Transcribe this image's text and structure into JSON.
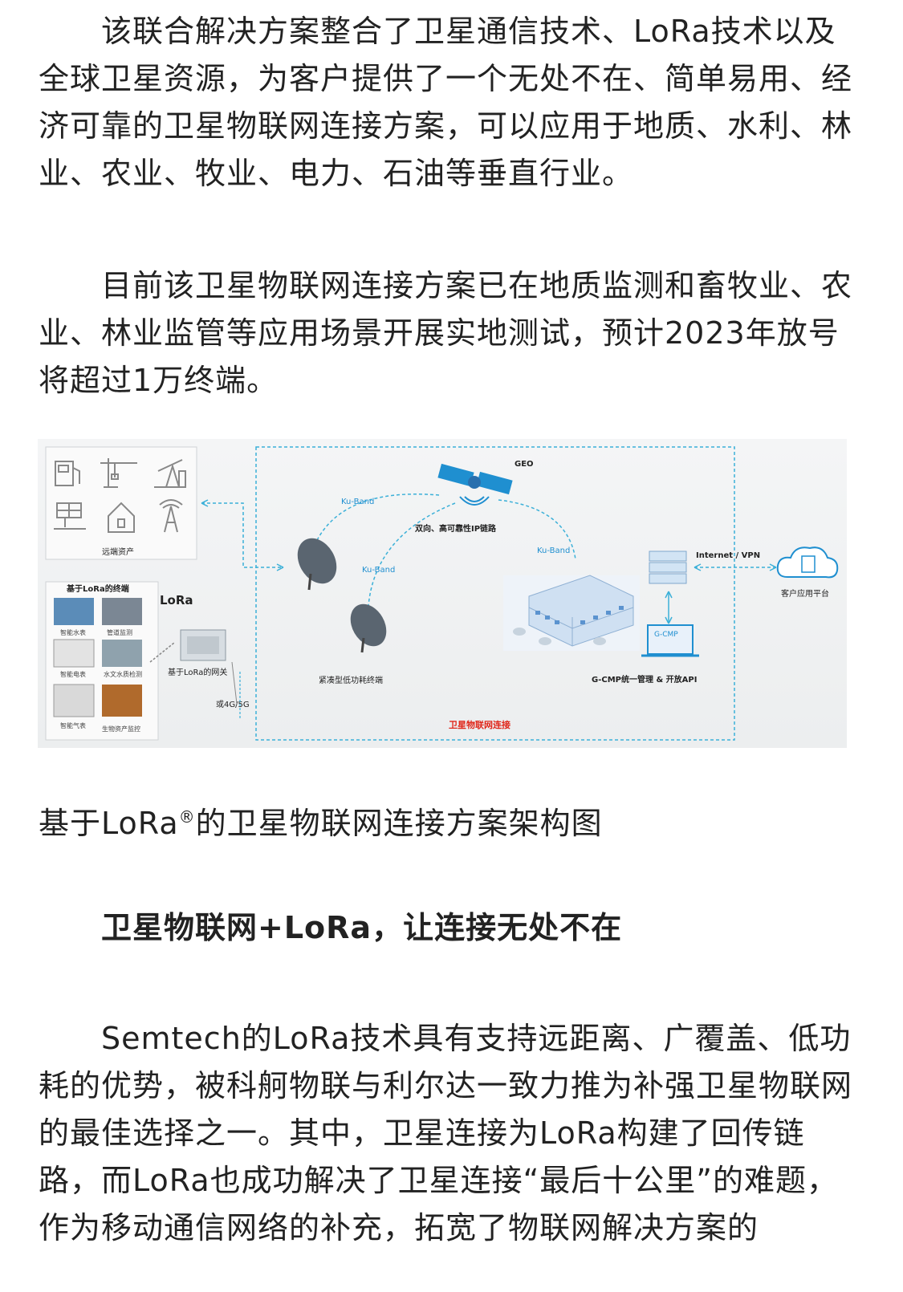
{
  "paragraph1": "该联合解决方案整合了卫星通信技术、LoRa技术以及全球卫星资源，为客户提供了一个无处不在、简单易用、经济可靠的卫星物联网连接方案，可以应用于地质、水利、林业、农业、牧业、电力、石油等垂直行业。",
  "paragraph2": "目前该卫星物联网连接方案已在地质监测和畜牧业、农业、林业监管等应用场景开展实地测试，预计2023年放号将超过1万终端。",
  "figure": {
    "geo": "GEO",
    "ku_band_1": "Ku-Band",
    "ku_band_2": "Ku-Band",
    "ku_band_3": "Ku-Band",
    "ip_link": "双向、高可靠性IP链路",
    "remote_assets": "远端资产",
    "lora_terminals_title": "基于LoRa的终端",
    "lora_logo": "LoRa",
    "terminals": [
      "智能水表",
      "管道监测",
      "智能电表",
      "水文水质检测",
      "智能气表",
      "生物资产监控"
    ],
    "lora_gateway": "基于LoRa的网关",
    "cellular": "或4G/5G",
    "compact_terminal": "紧凑型低功耗终端",
    "internet_vpn": "Internet / VPN",
    "customer_platform": "客户应用平台",
    "gcmp_badge": "G-CMP",
    "gcmp_label": "G-CMP统一管理 & 开放API",
    "satellite_iot": "卫星物联网连接"
  },
  "caption_pre": "基于LoRa",
  "caption_sup": "®",
  "caption_post": "的卫星物联网连接方案架构图",
  "heading": "卫星物联网+LoRa，让连接无处不在",
  "paragraph3": "Semtech的LoRa技术具有支持远距离、广覆盖、低功耗的优势，被科舸物联与利尔达一致力推为补强卫星物联网的最佳选择之一。其中，卫星连接为LoRa构建了回传链路，而LoRa也成功解决了卫星连接“最后十公里”的难题，作为移动通信网络的补充，拓宽了物联网解决方案的"
}
